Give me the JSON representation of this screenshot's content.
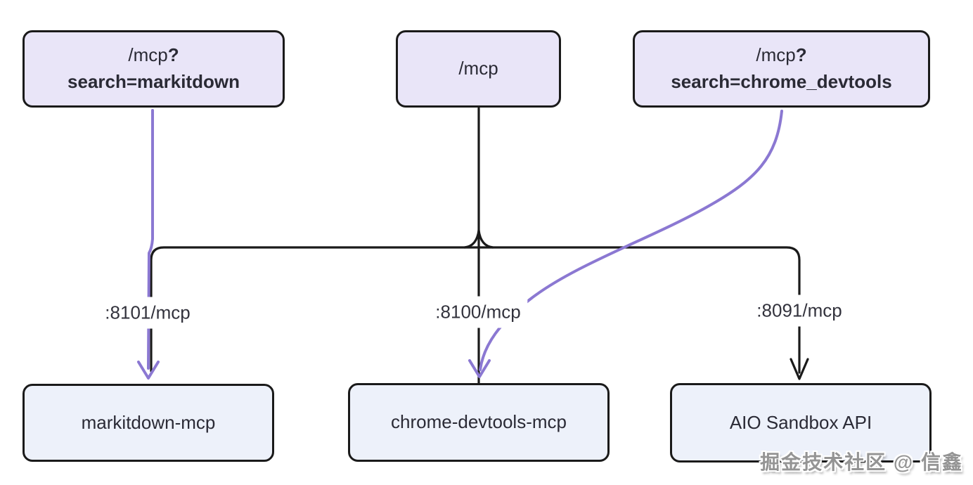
{
  "diagram": {
    "nodes": {
      "req_markitdown": {
        "path": "/mcp",
        "query_mark": "?",
        "param": "search=markitdown"
      },
      "req_plain": {
        "label": "/mcp"
      },
      "req_chrome": {
        "path": "/mcp",
        "query_mark": "?",
        "param": "search=chrome_devtools"
      },
      "svc_markitdown": {
        "label": "markitdown-mcp"
      },
      "svc_chrome": {
        "label": "chrome-devtools-mcp"
      },
      "svc_aio": {
        "label": "AIO Sandbox API"
      }
    },
    "edge_labels": {
      "port_8101": ":8101/mcp",
      "port_8100": ":8100/mcp",
      "port_8091": ":8091/mcp"
    },
    "colors": {
      "request_node_fill": "#e9e5f8",
      "service_node_fill": "#edf1fa",
      "node_border": "#1a1a1a",
      "black_edge": "#1a1a1a",
      "purple_edge": "#8b78d2",
      "text": "#2a2a35"
    },
    "watermark": "掘金技术社区 @ 信鑫"
  }
}
